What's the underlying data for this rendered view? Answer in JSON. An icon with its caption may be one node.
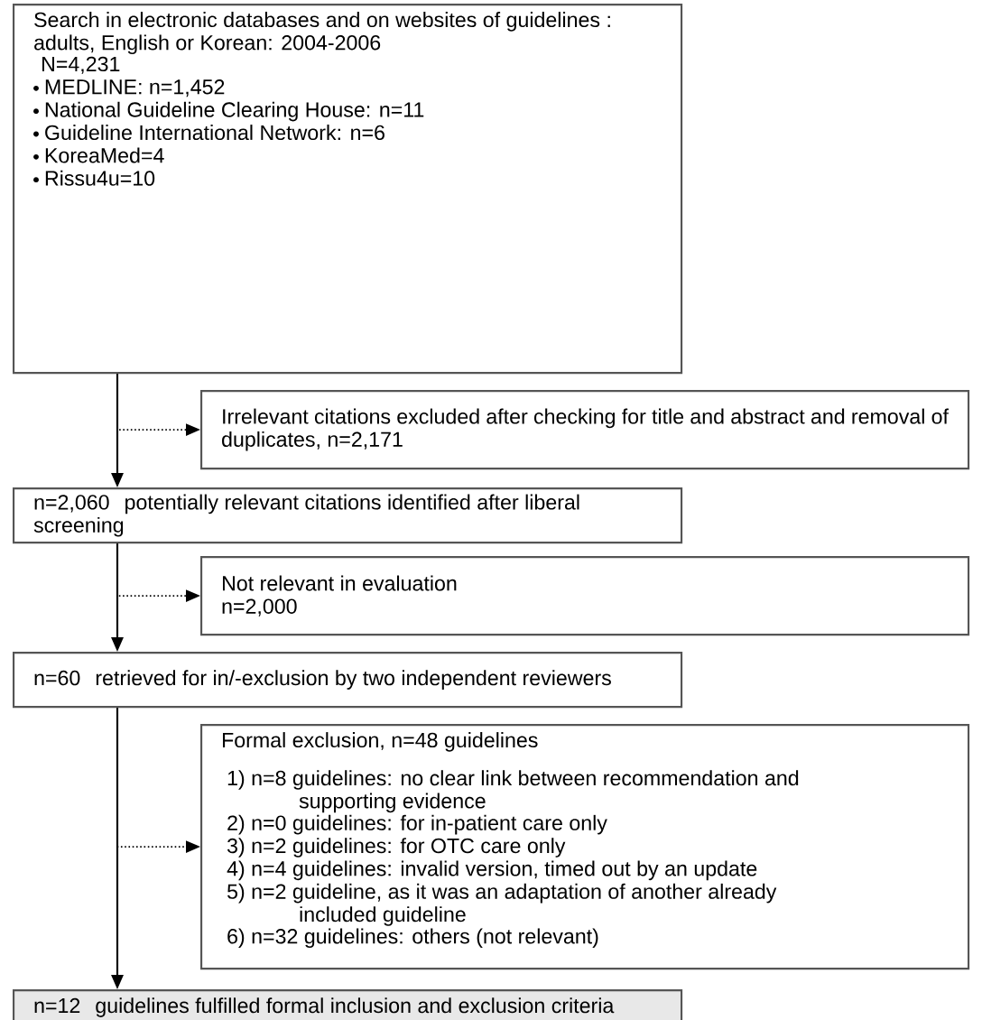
{
  "diagram": {
    "nodes": [
      {
        "text": [
          "Search in electronic databases and on websites of guidelines : adults, English or Korean: 2004-2006",
          "N=4,231",
          "MEDLINE: n=1,452",
          "National Guideline Clearing House: n=11",
          "Guideline International Network: n=6",
          "KoreaMed=4",
          "Rissu4u=10"
        ]
      },
      {
        "text": [
          "Irrelevant citations excluded after checking for title and abstract and removal of duplicates, n=2,171"
        ]
      },
      {
        "text": [
          "n=2,060",
          "potentially relevant citations identified after liberal screening"
        ]
      },
      {
        "text": [
          "Not relevant in evaluation",
          "n=2,000"
        ]
      },
      {
        "text": [
          "n=60",
          "retrieved for in/-exclusion by two independent reviewers"
        ]
      },
      {
        "text": [
          "Formal exclusion, n=48 guidelines",
          "1) n=8 guidelines: no clear link between recommendation and supporting evidence",
          "2) n=0 guidelines: for in-patient care only",
          "3) n=2 guidelines: for OTC care only",
          "4) n=4 guidelines: invalid version, timed out by an update",
          "5) n=2 guideline, as it was an adaptation of another already included guideline",
          "6) n=32 guidelines: others (not relevant)"
        ]
      },
      {
        "text": [
          "n=12",
          "guidelines fulfilled formal inclusion and exclusion criteria"
        ]
      }
    ],
    "edges": [
      {
        "from": 0,
        "to": 2,
        "arrow": "to"
      },
      {
        "from": 0,
        "to": 1,
        "arrow": "to",
        "style": "dashed"
      },
      {
        "from": 2,
        "to": 4,
        "arrow": "to"
      },
      {
        "from": 2,
        "to": 3,
        "arrow": "to",
        "style": "dashed"
      },
      {
        "from": 4,
        "to": 6,
        "arrow": "to"
      },
      {
        "from": 4,
        "to": 5,
        "arrow": "to",
        "style": "dashed"
      }
    ]
  }
}
